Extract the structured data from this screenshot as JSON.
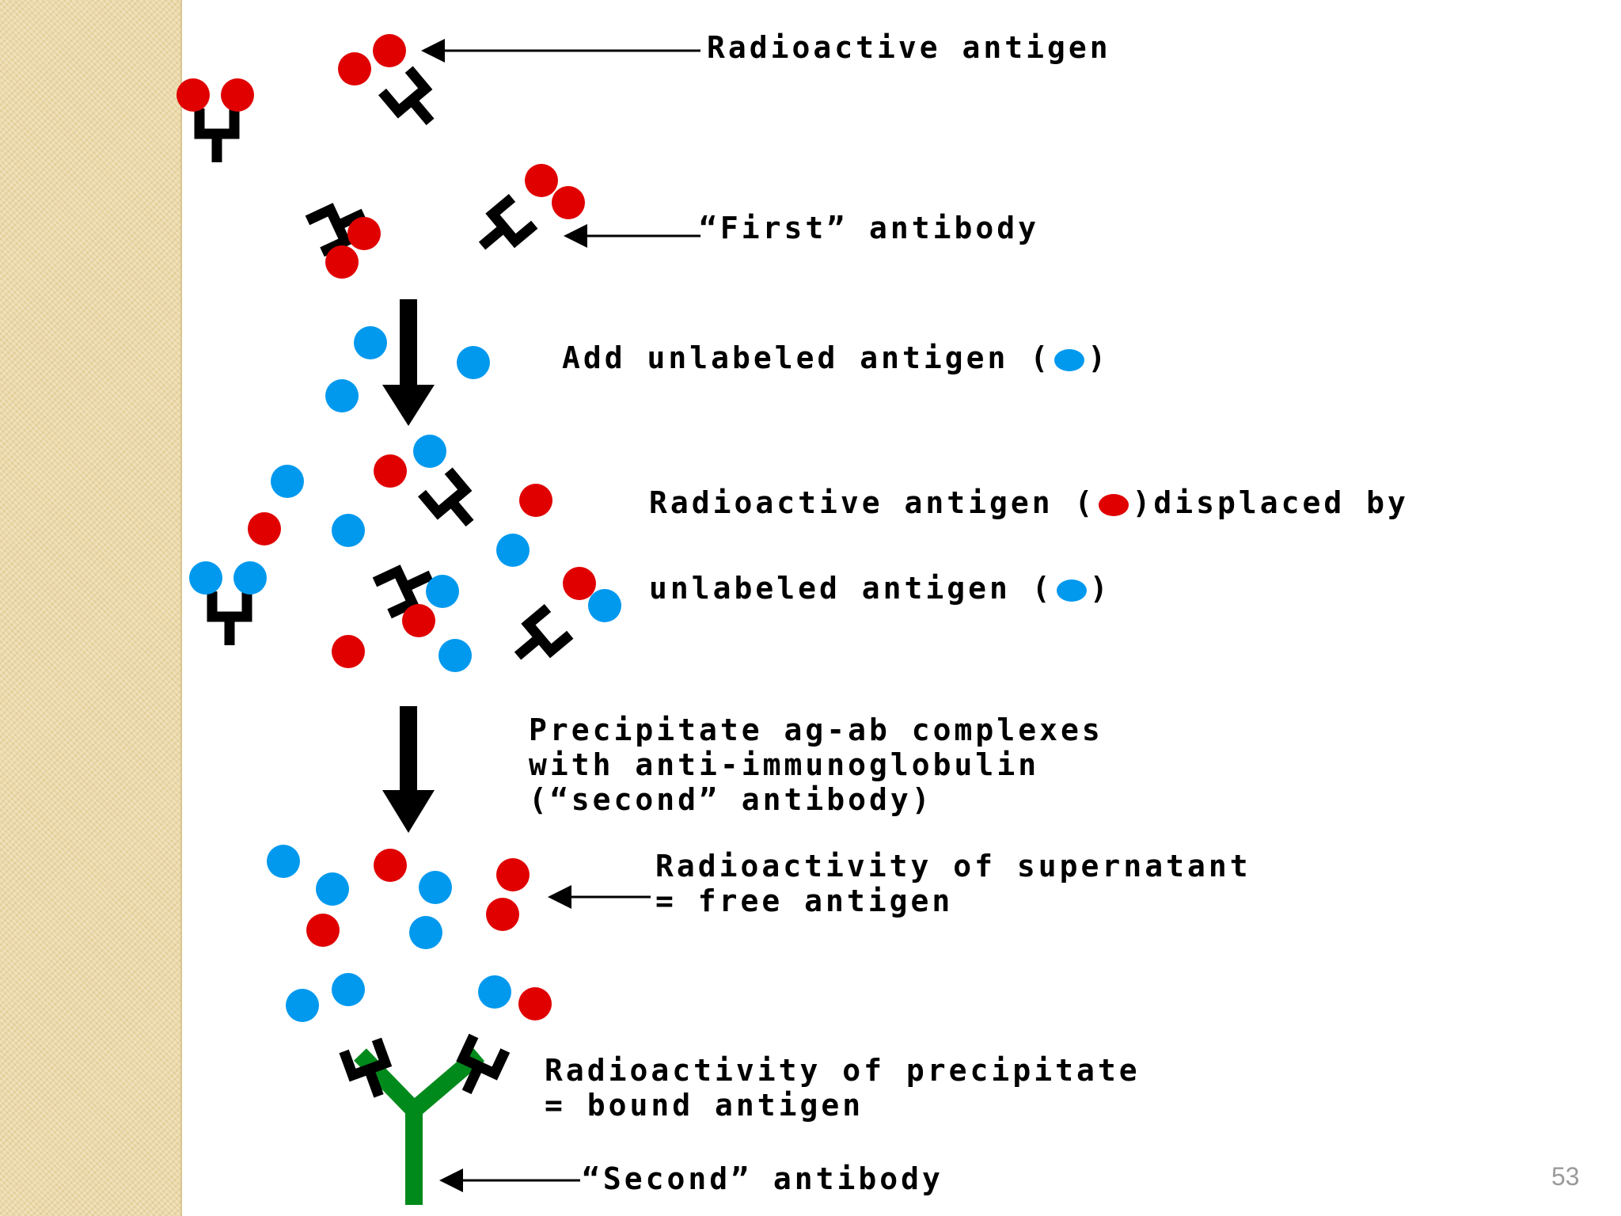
{
  "colors": {
    "radioactive_antigen": "#e00000",
    "unlabeled_antigen": "#0099ee",
    "first_antibody": "#000000",
    "second_antibody": "#008a1c",
    "sidebar": "#ecd9a8"
  },
  "labels": {
    "radioactive_antigen": "Radioactive antigen",
    "first_antibody": "“First” antibody",
    "add_unlabeled_prefix": "Add unlabeled antigen (",
    "add_unlabeled_suffix": ")",
    "displaced_prefix": "Radioactive antigen (",
    "displaced_suffix": ")displaced by",
    "unlabeled_prefix": "unlabeled antigen (",
    "unlabeled_suffix": ")",
    "precipitate": "Precipitate ag-ab complexes\nwith anti-immunoglobulin\n(“second” antibody)",
    "supernatant": "Radioactivity of supernatant\n= free antigen",
    "precipitate_bound": "Radioactivity of precipitate\n= bound antigen",
    "second_antibody": "“Second” antibody"
  },
  "page_number": "53"
}
